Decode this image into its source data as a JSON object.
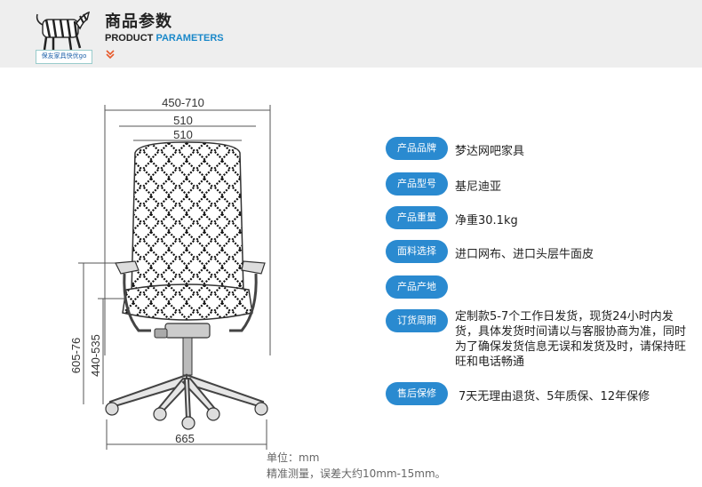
{
  "header": {
    "title": "商品参数",
    "subtitle_left": "PRODUCT",
    "subtitle_right": "PARAMETERS",
    "brand_text": "保友家具快优go",
    "accent_color": "#1a88c9"
  },
  "dimensions": {
    "top_outer": "450-710",
    "top_mid": "510",
    "top_inner": "510",
    "left_outer": "605-76",
    "left_inner": "440-535",
    "bottom": "665"
  },
  "params": [
    {
      "label": "产品品牌",
      "value": "梦达网吧家具"
    },
    {
      "label": "产品型号",
      "value": "基尼迪亚"
    },
    {
      "label": "产品重量",
      "value": "净重30.1kg"
    },
    {
      "label": "面料选择",
      "value": "进口网布、进口头层牛面皮"
    },
    {
      "label": "产品产地",
      "value": ""
    },
    {
      "label": "订货周期",
      "value": "定制款5-7个工作日发货，现货24小时内发货，具体发货时间请以与客服协商为准，同时为了确保发货信息无误和发货及时，请保持旺旺和电话畅通"
    },
    {
      "label": "售后保修",
      "value": "7天无理由退货、5年质保、12年保修"
    }
  ],
  "notes": {
    "unit": "单位：mm",
    "measure": "精准测量，误差大约10mm-15mm。"
  }
}
